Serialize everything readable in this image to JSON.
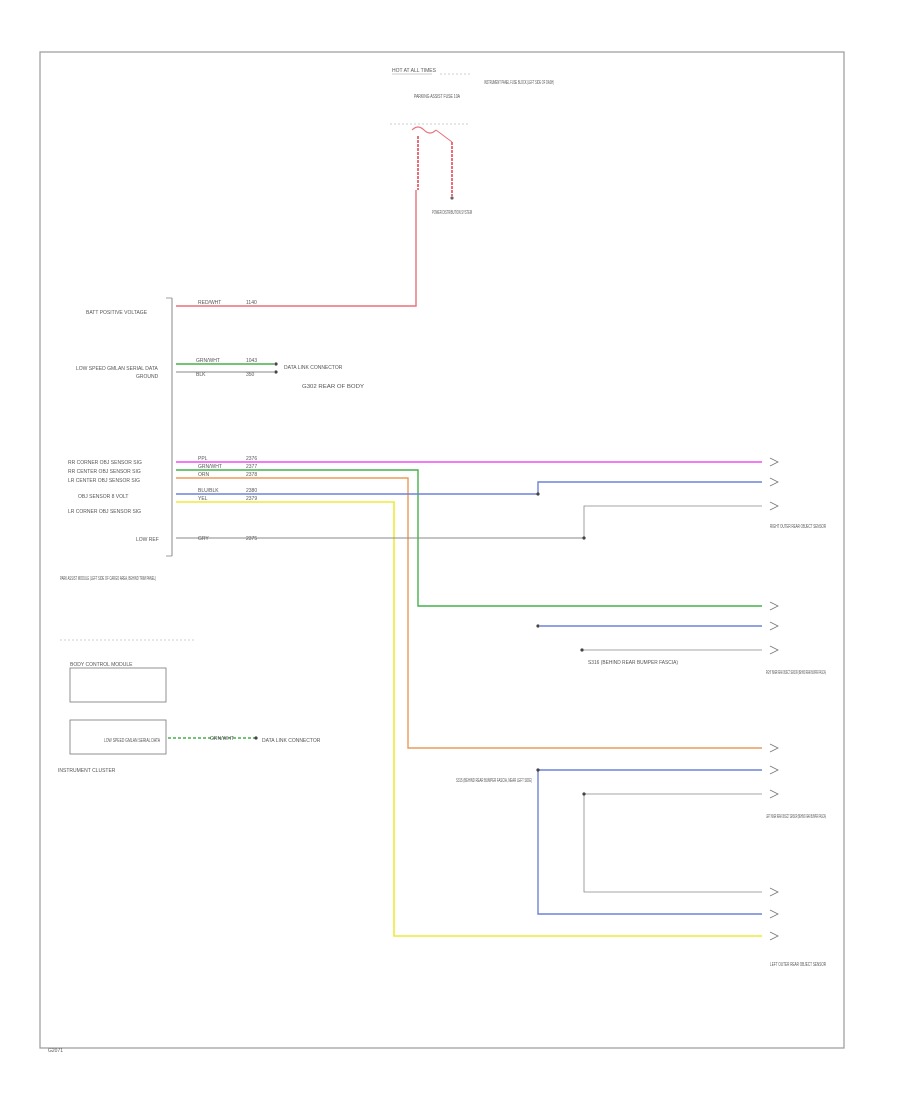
{
  "diagram": {
    "top_fuse": {
      "source": "HOT AT ALL TIMES",
      "box": "INSTRUMENT PANEL FUSE BLOCK (LEFT SIDE OF DASH)",
      "fuse": "PARKING ASSIST FUSE 10A",
      "ground": "POWER DISTRIBUTION SYSTEM"
    },
    "module": {
      "name": "PARK ASSIST MODULE (LEFT SIDE OF CARGO AREA, BEHIND TRIM PANEL)",
      "pins": [
        {
          "label": "BATT POSITIVE VOLTAGE",
          "wire": "RED/WHT",
          "code": "1140"
        },
        {
          "label": "LOW SPEED GMLAN SERIAL DATA",
          "wire": "GRN/WHT",
          "code": "1043"
        },
        {
          "label": "GROUND",
          "wire": "BLK",
          "code": "350"
        },
        {
          "label": "RR CORNER OBJ SENSOR SIG",
          "wire": "PPL",
          "code": "2376"
        },
        {
          "label": "RR CENTER OBJ SENSOR SIG",
          "wire": "GRN/WHT",
          "code": "2377"
        },
        {
          "label": "LR CENTER OBJ SENSOR SIG",
          "wire": "ORN",
          "code": "2378"
        },
        {
          "label": "OBJ SENSOR 8 VOLT",
          "wire": "BLU/BLK",
          "code": "2380"
        },
        {
          "label": "LR CORNER OBJ SENSOR SIG",
          "wire": "YEL",
          "code": "2379"
        },
        {
          "label": "LOW REF",
          "wire": "GRY",
          "code": "2375"
        }
      ],
      "data_link": "DATA LINK CONNECTOR",
      "ground_note": "G302 REAR OF BODY"
    },
    "cluster": {
      "bpm": "BODY CONTROL MODULE",
      "label": "LOW SPEED GMLAN SERIAL DATA",
      "name": "INSTRUMENT CLUSTER",
      "wire": "GRN/WHT",
      "link": "DATA LINK CONNECTOR"
    },
    "sensors": [
      {
        "name": "RIGHT OUTER REAR OBJECT SENSOR"
      },
      {
        "name": "RIGHT INNER REAR OBJECT SENSOR (BEHIND REAR BUMPER FASCIA)"
      },
      {
        "name": "LEFT INNER REAR OBJECT SENSOR (BEHIND REAR BUMPER FASCIA)"
      },
      {
        "name": "LEFT OUTER REAR OBJECT SENSOR"
      }
    ],
    "splices": [
      {
        "text": "S316 (BEHIND REAR BUMPER FASCIA)"
      },
      {
        "text": "S315 (BEHIND REAR BUMPER FASCIA, NEAR LEFT SIDE)"
      }
    ],
    "footer": "G2071"
  },
  "colors": {
    "red": "#e8707a",
    "green": "#46b04a",
    "pink": "#ee4fee",
    "orange": "#ec9a58",
    "blue": "#6f82d8",
    "yellow": "#eeea3a",
    "gray": "#888888"
  }
}
